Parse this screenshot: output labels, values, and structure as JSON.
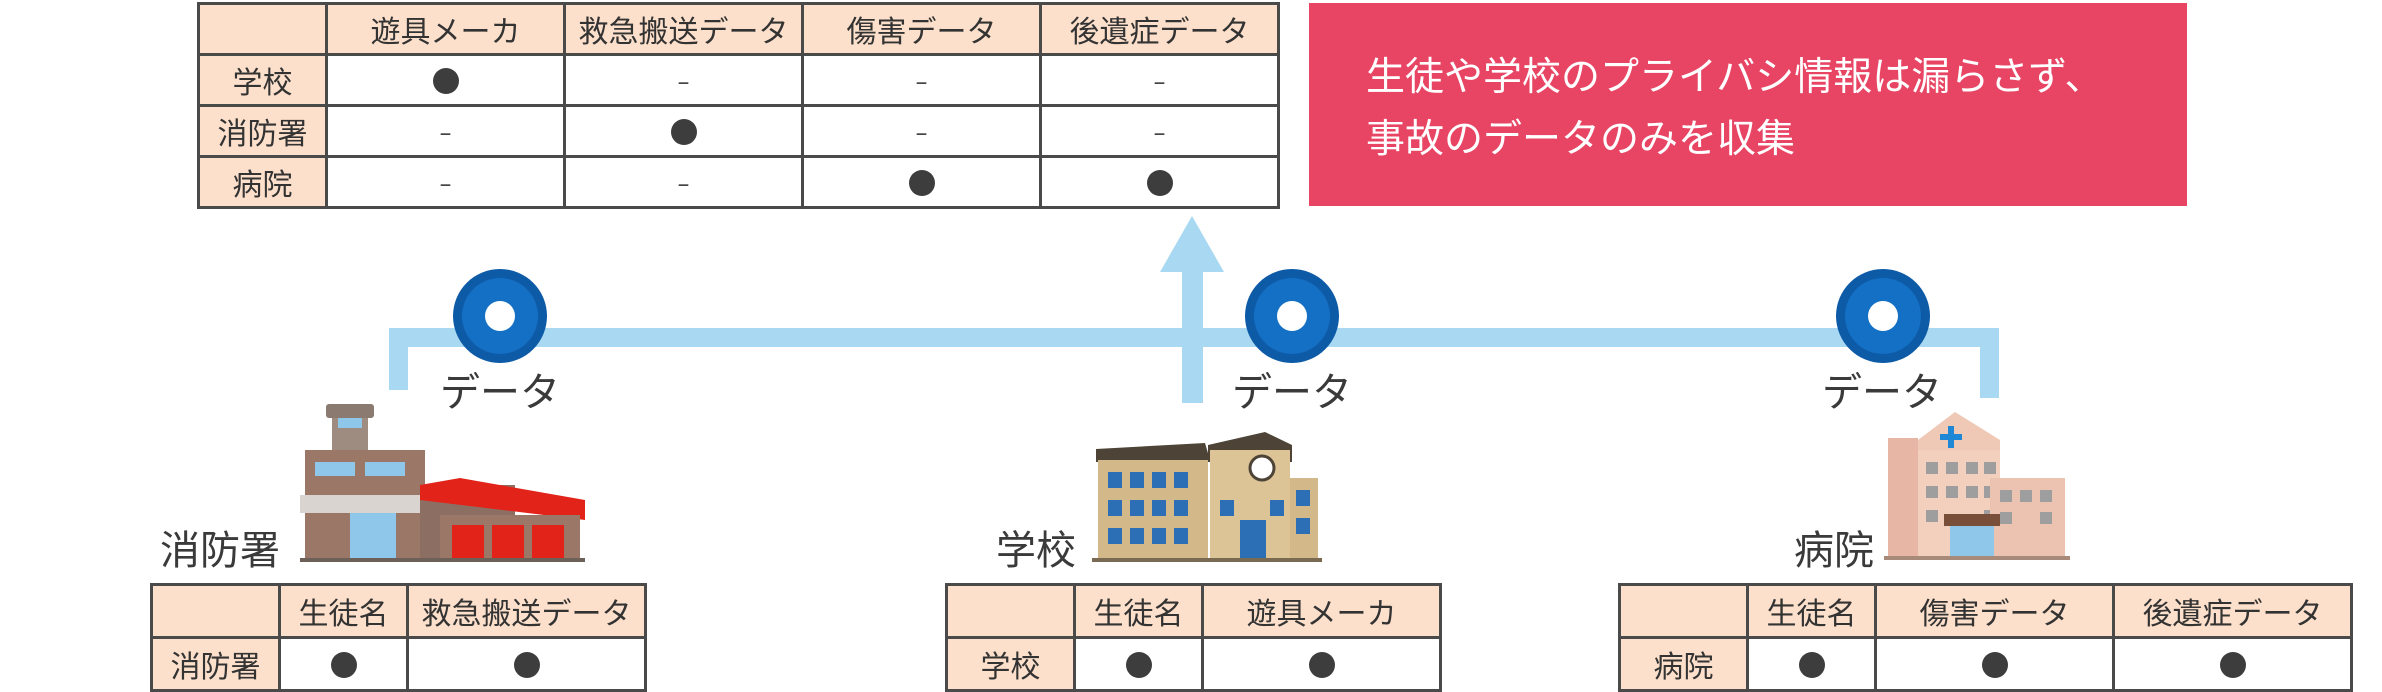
{
  "summary_table": {
    "columns": [
      "遊具メーカ",
      "救急搬送データ",
      "傷害データ",
      "後遺症データ"
    ],
    "rows": [
      {
        "label": "学校",
        "cells": [
          "●",
          "–",
          "–",
          "–"
        ]
      },
      {
        "label": "消防署",
        "cells": [
          "–",
          "●",
          "–",
          "–"
        ]
      },
      {
        "label": "病院",
        "cells": [
          "–",
          "–",
          "●",
          "●"
        ]
      }
    ]
  },
  "notice": {
    "line1": "生徒や学校のプライバシ情報は漏らさず、",
    "line2": "事故のデータのみを収集"
  },
  "nodes": {
    "fire": {
      "data_label": "データ",
      "place_label": "消防署",
      "table": {
        "columns": [
          "生徒名",
          "救急搬送データ"
        ],
        "row_label": "消防署",
        "cells": [
          "●",
          "●"
        ]
      }
    },
    "school": {
      "data_label": "データ",
      "place_label": "学校",
      "table": {
        "columns": [
          "生徒名",
          "遊具メーカ"
        ],
        "row_label": "学校",
        "cells": [
          "●",
          "●"
        ]
      }
    },
    "hospital": {
      "data_label": "データ",
      "place_label": "病院",
      "table": {
        "columns": [
          "生徒名",
          "傷害データ",
          "後遺症データ"
        ],
        "row_label": "病院",
        "cells": [
          "●",
          "●",
          "●"
        ]
      }
    }
  },
  "colors": {
    "notice_bg": "#e84564",
    "header_bg": "#fde0cb",
    "flow_line": "#a9d8f2",
    "node_ring": "#0d5aa6"
  }
}
